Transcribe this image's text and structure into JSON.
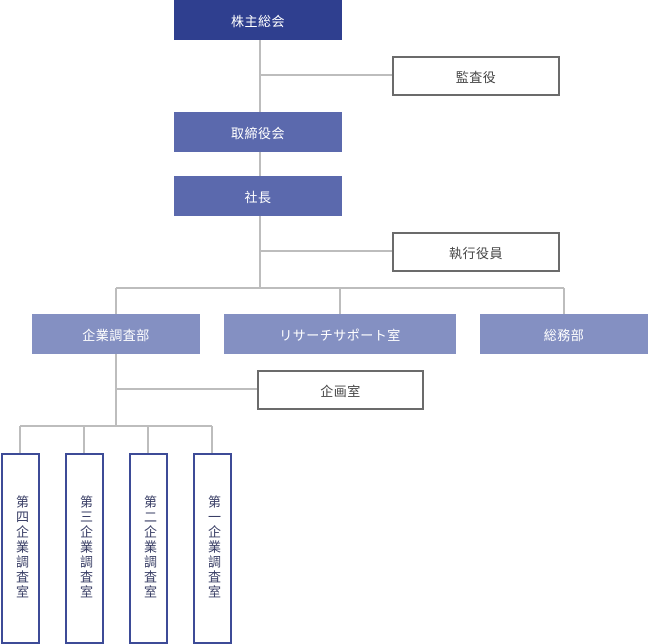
{
  "nodes": {
    "shareholders": "株主総会",
    "auditor": "監査役",
    "board": "取締役会",
    "president": "社長",
    "executives": "執行役員",
    "corporate_research": "企業調査部",
    "research_support": "リサーチサポート室",
    "general_affairs": "総務部",
    "planning": "企画室",
    "office4": "第四企業調査室",
    "office3": "第三企業調査室",
    "office2": "第二企業調査室",
    "office1": "第一企業調査室"
  },
  "colors": {
    "top": "#2f3f8f",
    "management": "#5b69ad",
    "department": "#8490c2",
    "outline_border": "#6b6b6b",
    "office_border": "#3d4b97",
    "connector": "#bdbdbd"
  }
}
